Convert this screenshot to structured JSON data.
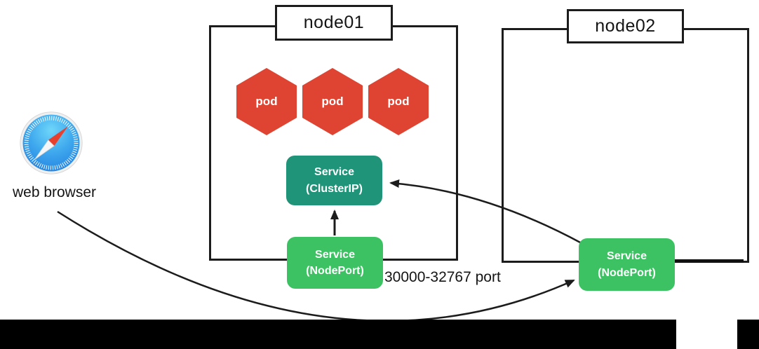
{
  "diagram": {
    "browser": {
      "label": "web browser",
      "icon": "safari-compass-icon"
    },
    "nodes": [
      {
        "id": "node01",
        "title": "node01",
        "pods": [
          "pod",
          "pod",
          "pod"
        ],
        "services": [
          {
            "type": "cluster-ip",
            "line1": "Service",
            "line2": "(ClusterIP)"
          },
          {
            "type": "node-port",
            "line1": "Service",
            "line2": "(NodePort)"
          }
        ]
      },
      {
        "id": "node02",
        "title": "node02",
        "pods": [],
        "services": [
          {
            "type": "node-port",
            "line1": "Service",
            "line2": "(NodePort)"
          }
        ]
      }
    ],
    "port_range_label": "30000-32767 port",
    "arrows": [
      {
        "name": "nodeport-to-clusterip",
        "from": "node01 Service (NodePort)",
        "to": "node01 Service (ClusterIP)"
      },
      {
        "name": "node02-nodeport-to-clusterip",
        "from": "node02 Service (NodePort)",
        "to": "node01 Service (ClusterIP)"
      },
      {
        "name": "browser-to-node02-nodeport",
        "from": "web browser",
        "to": "node02 Service (NodePort)"
      }
    ],
    "colors": {
      "pod_red": "#df4433",
      "cluster_ip_teal": "#1f9478",
      "node_port_green": "#3cc263",
      "outline_black": "#1c1c1c"
    }
  }
}
